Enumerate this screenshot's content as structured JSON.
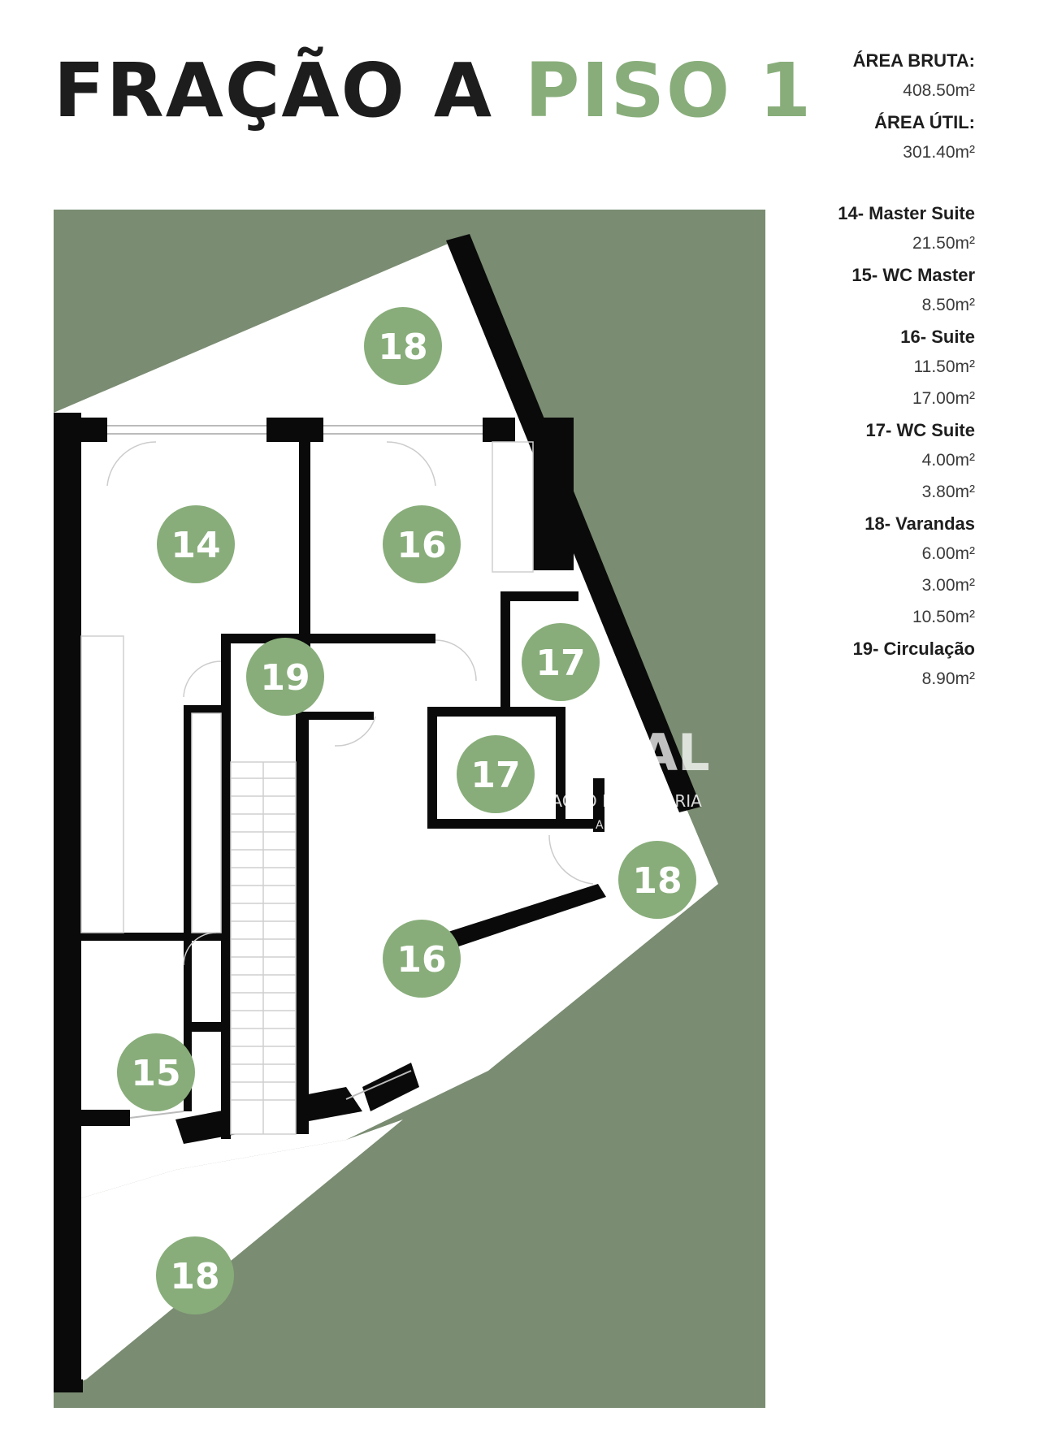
{
  "header": {
    "fraction": "FRAÇÃO A",
    "floor": "PISO 1"
  },
  "areas": {
    "gross_label": "ÁREA BRUTA:",
    "gross_value": "408.50m²",
    "useful_label": "ÁREA ÚTIL:",
    "useful_value": "301.40m²"
  },
  "rooms": [
    {
      "label": "14- Master Suite",
      "areas": [
        "21.50m²"
      ]
    },
    {
      "label": "15- WC Master",
      "areas": [
        "8.50m²"
      ]
    },
    {
      "label": "16- Suite",
      "areas": [
        "11.50m²",
        "17.00m²"
      ]
    },
    {
      "label": "17- WC Suite",
      "areas": [
        "4.00m²",
        "3.80m²"
      ]
    },
    {
      "label": "18- Varandas",
      "areas": [
        "6.00m²",
        "3.00m²",
        "10.50m²"
      ]
    },
    {
      "label": "19- Circulação",
      "areas": [
        "8.90m²"
      ]
    }
  ],
  "plan_tags": [
    "18",
    "14",
    "16",
    "19",
    "17",
    "17",
    "18",
    "16",
    "15",
    "18"
  ],
  "watermark": {
    "brand": "RAL",
    "tagline": "E MEDIAÇÃO IMOBILIÁRIA",
    "sub": "A M"
  },
  "colors": {
    "green_bg": "#7a8c72",
    "tag": "#88ad7a",
    "wall": "#0a0a0a",
    "title_accent": "#88ad7a"
  }
}
